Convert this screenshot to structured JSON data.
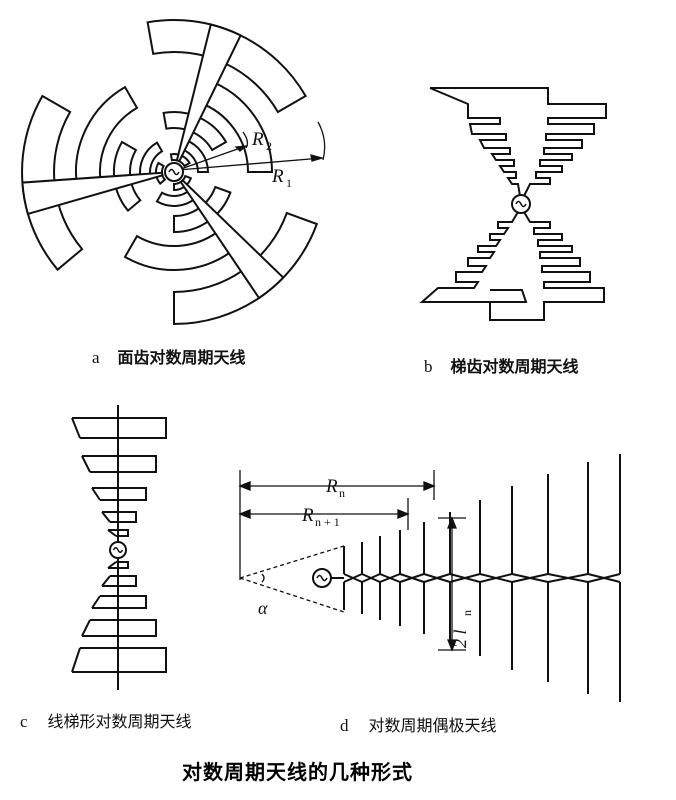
{
  "title": "对数周期天线的几种形式",
  "panels": {
    "a": {
      "letter": "a",
      "caption": "面齿对数周期天线",
      "labels": {
        "r2": "R",
        "r2_sub": "2",
        "r1": "R",
        "r1_sub": "1"
      }
    },
    "b": {
      "letter": "b",
      "caption": "梯齿对数周期天线"
    },
    "c": {
      "letter": "c",
      "caption": "线梯形对数周期天线"
    },
    "d": {
      "letter": "d",
      "caption": "对数周期偶极天线",
      "labels": {
        "rn": "R",
        "rn_sub": "n",
        "rn1": "R",
        "rn1_sub": "n + 1",
        "ln": "2 l",
        "ln_sub": "n",
        "alpha": "α"
      }
    }
  },
  "icons": {
    "source": "ac-source-icon"
  }
}
